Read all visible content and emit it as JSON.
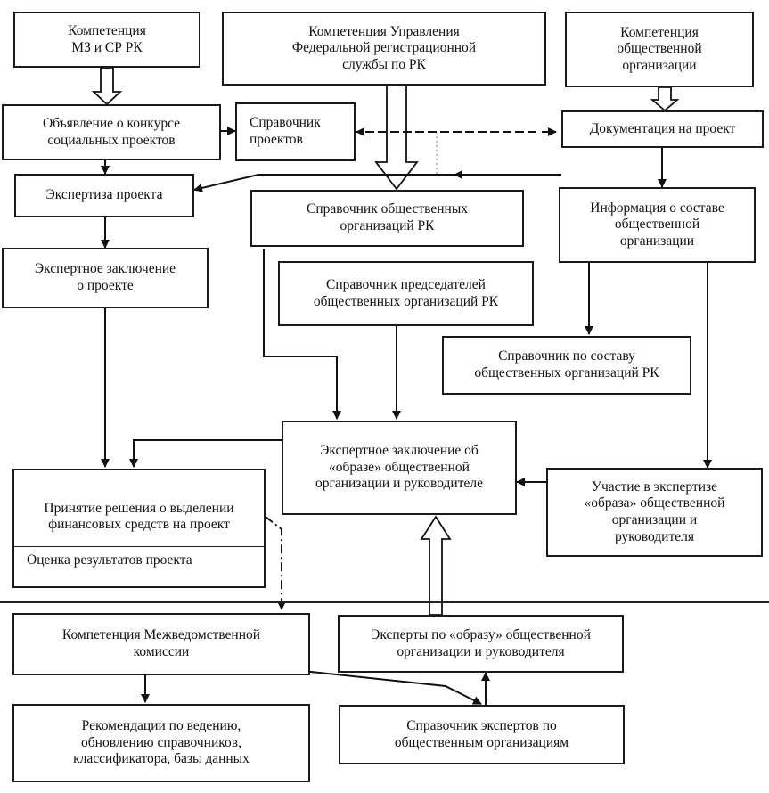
{
  "boxes": {
    "mz": "Компетенция\nМЗ и СР РК",
    "upr": "Компетенция Управления\nФедеральной регистрационной\nслужбы по РК",
    "obsh": "Компетенция\nобщественной\nорганизации",
    "konkurs": "Объявление о конкурсе\nсоциальных проектов",
    "spr_proekt": "Справочник\nпроектов",
    "dokum": "Документация на проект",
    "ekspertiza": "Экспертиза проекта",
    "spr_org": "Справочник общественных\nорганизаций РК",
    "info_sostav": "Информация о составе\nобщественной\nорганизации",
    "ekspert_zakl": "Экспертное заключение\nо проекте",
    "spr_pred": "Справочник председателей\nобщественных организаций РК",
    "spr_sostav": "Справочник по составу\nобщественных организаций РК",
    "zakl_obraz": "Экспертное заключение об\n«образе» общественной\nорганизации и руководителе",
    "reshenie": "Принятие решения о выделении\nфинансовых средств на проект",
    "ocenka": "Оценка результатов проекта",
    "uchastie": "Участие в экспертизе\n«образа» общественной\nорганизации и\nруководителя",
    "mvk": "Компетенция Межведомственной\nкомиссии",
    "eksperty": "Эксперты по «образу» общественной\nорганизации и руководителя",
    "rekom": "Рекомендации по ведению,\nобновлению справочников,\nклассификатора, базы данных",
    "spr_eksp": "Справочник экспертов по\nобщественным организациям"
  }
}
